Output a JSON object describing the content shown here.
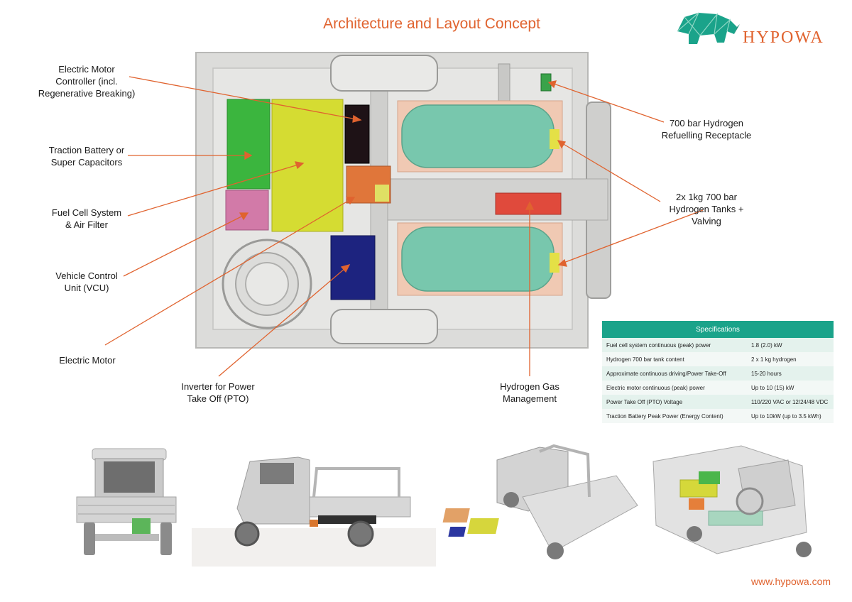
{
  "title": "Architecture and Layout Concept",
  "brand": "HYPOWA",
  "url": "www.hypowa.com",
  "colors": {
    "accent": "#e0632f",
    "teal": "#1aa38a"
  },
  "labels": {
    "motor_controller": [
      "Electric Motor",
      "Controller  (incl.",
      "Regenerative Breaking)"
    ],
    "battery": [
      "Traction Battery or",
      "Super Capacitors"
    ],
    "fuel_cell": [
      "Fuel Cell System",
      "& Air Filter"
    ],
    "vcu": [
      "Vehicle Control",
      "Unit (VCU)"
    ],
    "motor": [
      "Electric Motor"
    ],
    "inverter": [
      "Inverter for Power",
      "Take Off (PTO)"
    ],
    "gas_mgmt": [
      "Hydrogen Gas",
      "Management"
    ],
    "receptacle": [
      "700 bar Hydrogen",
      "Refuelling Receptacle"
    ],
    "tanks": [
      "2x 1kg 700 bar",
      "Hydrogen Tanks +",
      "Valving"
    ]
  },
  "specs": {
    "header": "Specifications",
    "rows": [
      {
        "name": "Fuel cell system continuous (peak) power",
        "value": "1.8 (2.0) kW"
      },
      {
        "name": "Hydrogen 700 bar tank content",
        "value": "2 x 1 kg hydrogen"
      },
      {
        "name": "Approximate continuous driving/Power Take-Off",
        "value": "15-20 hours"
      },
      {
        "name": "Electric motor continuous (peak) power",
        "value": "Up to 10 (15) kW"
      },
      {
        "name": "Power Take Off (PTO) Voltage",
        "value": "110/220 VAC or 12/24/48 VDC"
      },
      {
        "name": "Traction Battery Peak Power (Energy Content)",
        "value": "Up to 10kW (up to 3.5 kWh)"
      }
    ]
  }
}
